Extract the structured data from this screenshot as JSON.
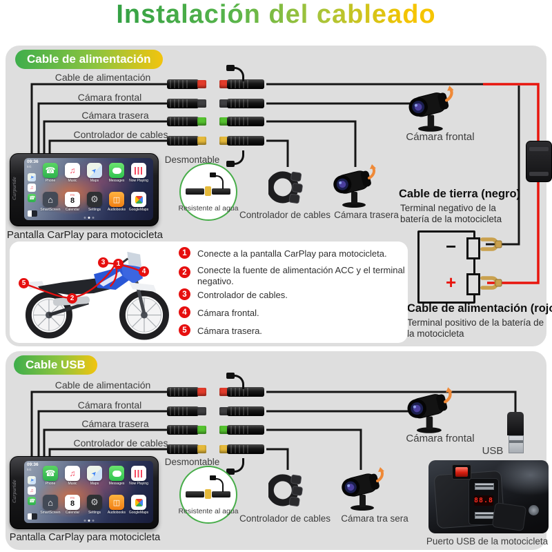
{
  "title": "Instalación del cableado",
  "colors": {
    "accent_green": "#3fae4c",
    "accent_yellow": "#f2c40e",
    "wire_black": "#151515",
    "wire_red": "#e8150d",
    "badge_red": "#e60f0f"
  },
  "harness": {
    "rows": [
      {
        "label": "Cable de alimentación",
        "color": "#e23b2a"
      },
      {
        "label": "Cámara frontal",
        "color": "#3f3f41"
      },
      {
        "label": "Cámara trasera",
        "color": "#55c22f"
      },
      {
        "label": "Controlador de cables",
        "color": "#e5b93a"
      }
    ],
    "desmontable": "Desmontable",
    "waterproof": "Resistente al agua",
    "screen_label": "Pantalla CarPlay para motocicleta"
  },
  "section1": {
    "header": "Cable de alimentación",
    "front_camera_label": "Cámara frontal",
    "rear_camera_label": "Cámara trasera",
    "controller_label": "Controlador de cables",
    "ground_title": "Cable de tierra (negro)",
    "ground_desc": "Terminal negativo de la batería de la motocicleta",
    "power_title": "Cable de alimentación (rojo)",
    "power_desc": "Terminal positivo de la batería de la motocicleta",
    "battery": {
      "minus": "−",
      "plus": "+"
    },
    "steps": [
      {
        "num": "1",
        "text": "Conecte a la pantalla CarPlay para motocicleta."
      },
      {
        "num": "2",
        "text": "Conecte la fuente de alimentación ACC y el terminal negativo."
      },
      {
        "num": "3",
        "text": "Controlador de cables."
      },
      {
        "num": "4",
        "text": "Cámara frontal."
      },
      {
        "num": "5",
        "text": "Cámara trasera."
      }
    ]
  },
  "section2": {
    "header": "Cable USB",
    "front_camera_label": "Cámara frontal",
    "rear_camera_label": "Cámara tra sera",
    "controller_label": "Controlador de cables",
    "usb_label": "USB",
    "usb_port_label": "Puerto USB de la motocicleta",
    "voltmeter": "88.8"
  },
  "carplay": {
    "time": "09:36",
    "network": "5G",
    "brand": "Carpuride",
    "calendar_day": "8",
    "apps": [
      {
        "name": "phone",
        "label": "Phone"
      },
      {
        "name": "music",
        "label": "Music"
      },
      {
        "name": "maps",
        "label": "Maps"
      },
      {
        "name": "messages",
        "label": "Messages"
      },
      {
        "name": "now-playing",
        "label": "Now Playing"
      },
      {
        "name": "smartscreen",
        "label": "SmartScreen"
      },
      {
        "name": "calendar",
        "label": "Calendar"
      },
      {
        "name": "settings",
        "label": "Settings"
      },
      {
        "name": "audiobooks",
        "label": "Audiobooks"
      },
      {
        "name": "google-maps",
        "label": "GoogleMaps"
      }
    ]
  }
}
